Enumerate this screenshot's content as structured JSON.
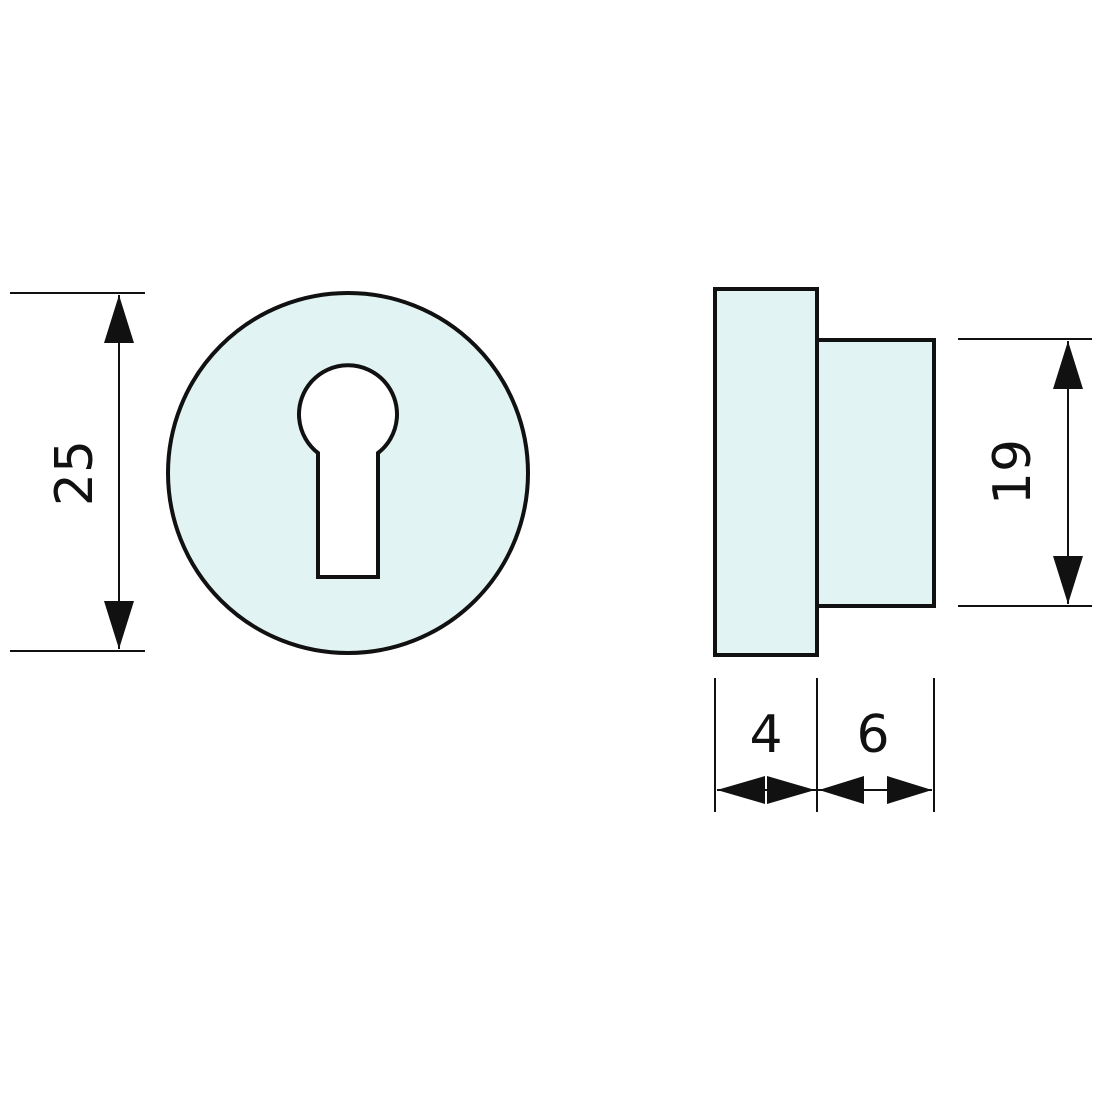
{
  "colors": {
    "part_fill": "#e1f3f3",
    "line": "#111111"
  },
  "front_view": {
    "diameter_label": "25"
  },
  "side_view": {
    "plate_thickness_label": "4",
    "boss_depth_label": "6",
    "boss_height_label": "19"
  }
}
